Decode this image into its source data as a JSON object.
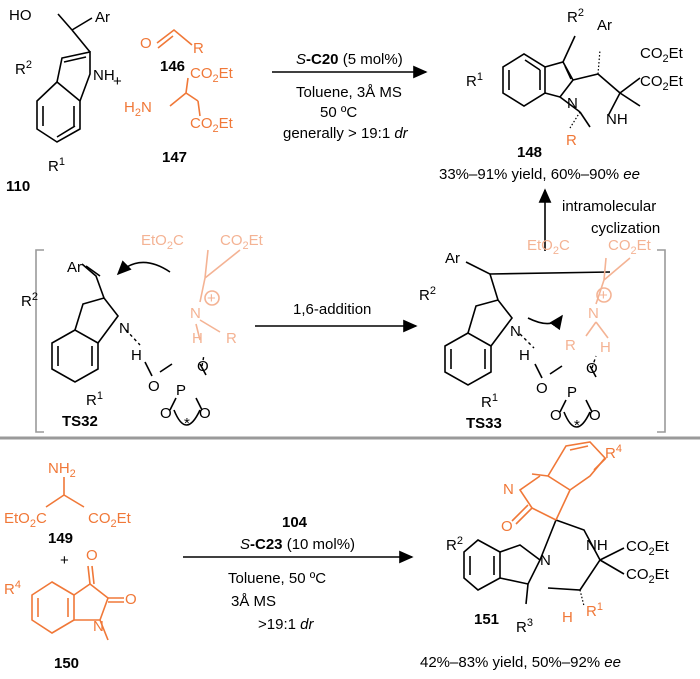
{
  "top": {
    "compounds": {
      "c110": "110",
      "c146": "146",
      "c147": "147",
      "c148": "148"
    },
    "atoms": {
      "HO": "HO",
      "Ar": "Ar",
      "R2": "R",
      "R2sup": "2",
      "NH": "NH",
      "R1": "R",
      "R1sup": "1",
      "O": "O",
      "R": "R",
      "H2N": "H",
      "H2Nsub": "2",
      "H2Ntail": "N",
      "CO2Et": "CO",
      "CO2Etsub": "2",
      "CO2Ettail": "Et",
      "N": "N"
    },
    "plus": "+",
    "catalyst_prefix": "S",
    "catalyst_name": "-C20",
    "catalyst_loading": " (5 mol%)",
    "conditions": [
      "Toluene, 3Å MS",
      "50 ºC"
    ],
    "dr_text": "generally > 19:1 ",
    "dr_italic": "dr",
    "yield_text": "33%–91% yield, 60%–90% ",
    "ee_italic": "ee",
    "cyclization": [
      "intramolecular",
      "cyclization"
    ]
  },
  "middle": {
    "ts32": "TS32",
    "ts33": "TS33",
    "step_label": "1,6-addition",
    "atoms": {
      "Ar": "Ar",
      "R2": "R",
      "R2sup": "2",
      "N": "N",
      "H": "H",
      "R1": "R",
      "R1sup": "1",
      "O": "O",
      "P": "P",
      "star": "*",
      "EtO2C": "EtO",
      "EtO2Csub": "2",
      "EtO2Ctail": "C",
      "CO2Et": "CO",
      "CO2Etsub": "2",
      "CO2Ettail": "Et",
      "plus": "+",
      "R": "R"
    }
  },
  "bottom": {
    "compounds": {
      "c149": "149",
      "c150": "150",
      "c151": "151",
      "c104": "104"
    },
    "plus": "+",
    "atoms": {
      "NH2": "NH",
      "NH2sub": "2",
      "EtO2C": "EtO",
      "EtO2Csub": "2",
      "EtO2Ctail": "C",
      "CO2Et": "CO",
      "CO2Etsub": "2",
      "CO2Ettail": "Et",
      "O": "O",
      "N": "N",
      "R4": "R",
      "R4sup": "4",
      "R2": "R",
      "R2sup": "2",
      "R3": "R",
      "R3sup": "3",
      "R1": "R",
      "R1sup": "1",
      "NH": "NH",
      "H": "H"
    },
    "catalyst_prefix": "S",
    "catalyst_name": "-C23",
    "catalyst_loading": " (10 mol%)",
    "conditions": [
      "Toluene,  50 ºC",
      "3Å MS"
    ],
    "dr_text": ">19:1 ",
    "dr_italic": "dr",
    "yield_text": "42%–83% yield, 50%–92% ",
    "ee_italic": "ee"
  },
  "colors": {
    "black": "#000000",
    "orange": "#f07838",
    "light_orange": "#f4b394",
    "gray": "#9a9a9a"
  }
}
